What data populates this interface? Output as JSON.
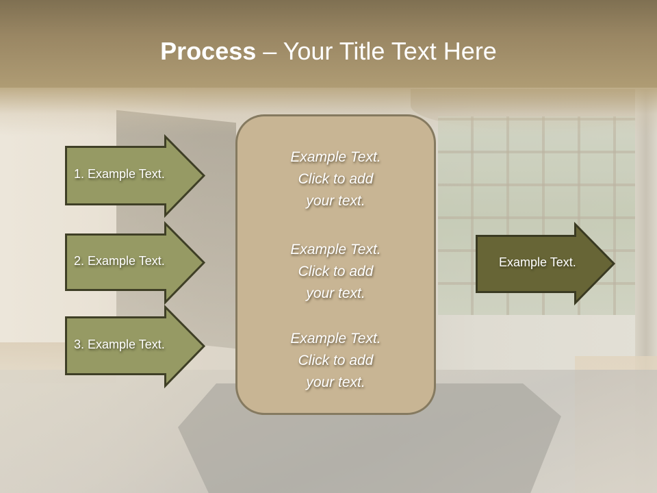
{
  "slide": {
    "title": {
      "bold": "Process",
      "rest": " – Your Title Text Here"
    },
    "left_arrows": [
      {
        "label": "1. Example Text."
      },
      {
        "label": "2. Example Text."
      },
      {
        "label": "3. Example Text."
      }
    ],
    "center_box": {
      "blocks": [
        {
          "line1": "Example Text.",
          "line2": "Click  to add",
          "line3": "your text."
        },
        {
          "line1": "Example Text.",
          "line2": "Click  to add",
          "line3": "your text."
        },
        {
          "line1": "Example Text.",
          "line2": "Click  to add",
          "line3": "your text."
        }
      ]
    },
    "right_arrow": {
      "label": "Example Text."
    },
    "colors": {
      "title_band_top": "#7f7052",
      "title_band_bottom": "#af9c74",
      "left_arrow_fill": "#969a64",
      "right_arrow_fill": "#676536",
      "arrow_border": "#3f3f26",
      "center_box_fill": "#c8b594",
      "center_box_border": "#857a60"
    }
  }
}
